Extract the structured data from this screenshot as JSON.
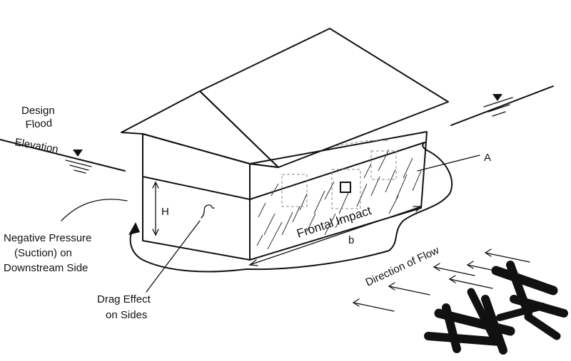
{
  "labels": {
    "design_flood_elevation": [
      "Design",
      "Flood",
      "Elevation"
    ],
    "negative_pressure": [
      "Negative Pressure",
      "(Suction) on",
      "Downstream Side"
    ],
    "drag_effect": [
      "Drag Effect",
      "on Sides"
    ],
    "frontal_impact": "Frontal Impact",
    "direction_of_flow": "Direction of Flow",
    "area_symbol": "A",
    "height_symbol": "H",
    "width_symbol": "b"
  }
}
